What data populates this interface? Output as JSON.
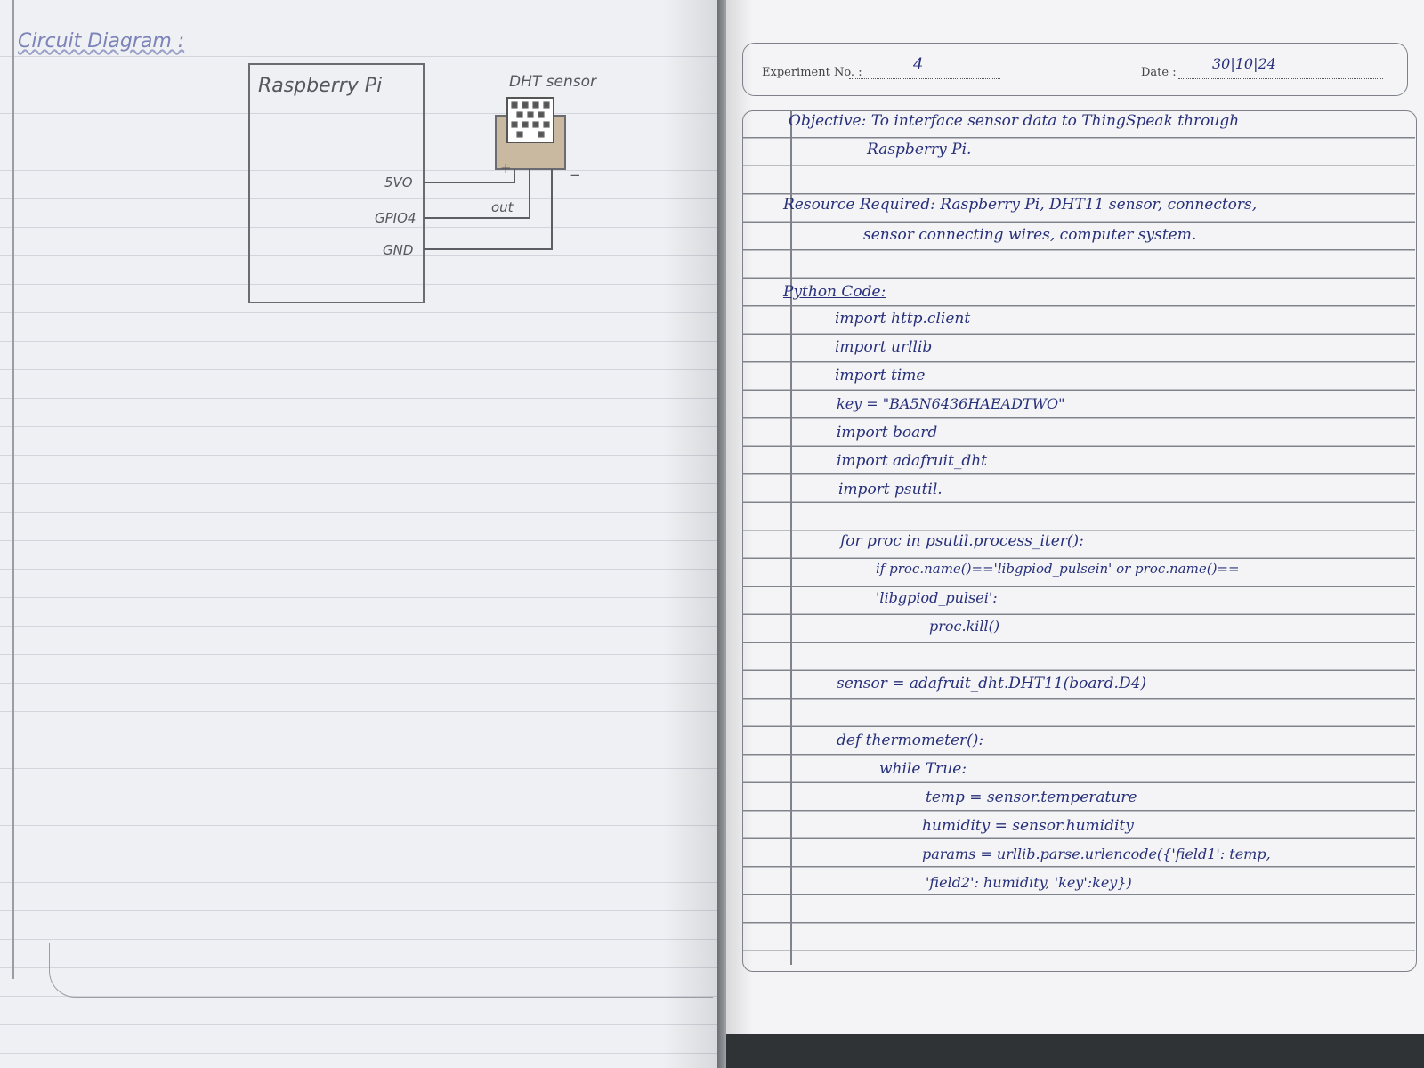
{
  "left_page": {
    "heading": "Circuit Diagram :",
    "diagram": {
      "board_label": "Raspberry Pi",
      "sensor_label": "DHT sensor",
      "pins": [
        "5VO",
        "GPIO4",
        "GND"
      ],
      "out_label": "out",
      "plus_sign": "+",
      "minus_sign": "−"
    }
  },
  "right_page": {
    "header": {
      "experiment_label": "Experiment No. :",
      "experiment_value": "4",
      "date_label": "Date :",
      "date_value": "30|10|24"
    },
    "lines": [
      "Objective: To interface sensor data to ThingSpeak through",
      "Raspberry Pi.",
      "Resource Required: Raspberry Pi, DHT11 sensor, connectors,",
      "sensor connecting wires, computer system.",
      "Python Code:",
      "import http.client",
      "import urllib",
      "import time",
      "key = \"BA5N6436HAEADTWO\"",
      "import board",
      "import adafruit_dht",
      "import psutil.",
      "for proc in psutil.process_iter():",
      "if proc.name()=='libgpiod_pulsein' or proc.name()==",
      "'libgpiod_pulsei':",
      "proc.kill()",
      "sensor = adafruit_dht.DHT11(board.D4)",
      "def thermometer():",
      "while True:",
      "temp = sensor.temperature",
      "humidity = sensor.humidity",
      "params = urllib.parse.urlencode({'field1': temp,",
      "'field2': humidity, 'key':key})"
    ]
  }
}
